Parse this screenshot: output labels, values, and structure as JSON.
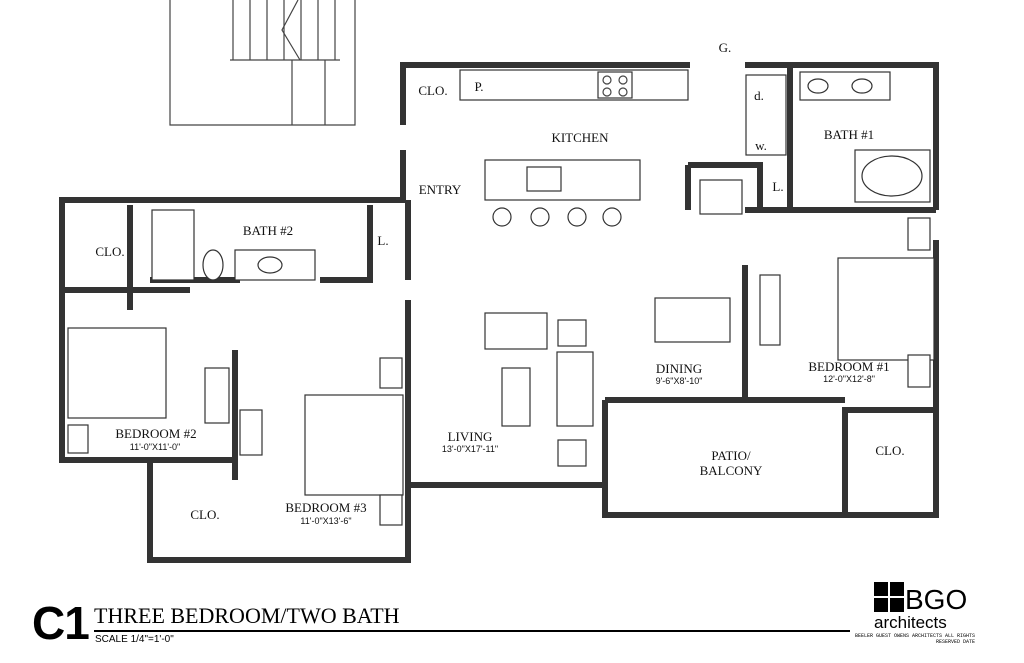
{
  "plan": {
    "code": "C1",
    "title": "THREE BEDROOM/TWO BATH",
    "scale": "SCALE 1/4\"=1'-0\""
  },
  "rooms": {
    "kitchen": "KITCHEN",
    "entry": "ENTRY",
    "clo_entry": "CLO.",
    "pantry": "P.",
    "garage": "G.",
    "dryer": "d.",
    "washer": "w.",
    "bath1": "BATH #1",
    "linen1": "L.",
    "bath2": "BATH #2",
    "clo_bed2": "CLO.",
    "linen2": "L.",
    "bed2": "BEDROOM #2",
    "bed2_dim": "11'-0\"X11'-0\"",
    "bed3": "BEDROOM #3",
    "bed3_dim": "11'-0\"X13'-6\"",
    "clo_bed3": "CLO.",
    "living": "LIVING",
    "living_dim": "13'-0\"X17'-11\"",
    "dining": "DINING",
    "dining_dim": "9'-6\"X8'-10\"",
    "bed1": "BEDROOM #1",
    "bed1_dim": "12'-0\"X12'-8\"",
    "patio1": "PATIO/",
    "patio2": "BALCONY",
    "clo_bed1": "CLO."
  },
  "logo": {
    "brand": "BGO",
    "sub": "architects",
    "fine": "BEELER GUEST OWENS ARCHITECTS ALL RIGHTS RESERVED DATE"
  }
}
